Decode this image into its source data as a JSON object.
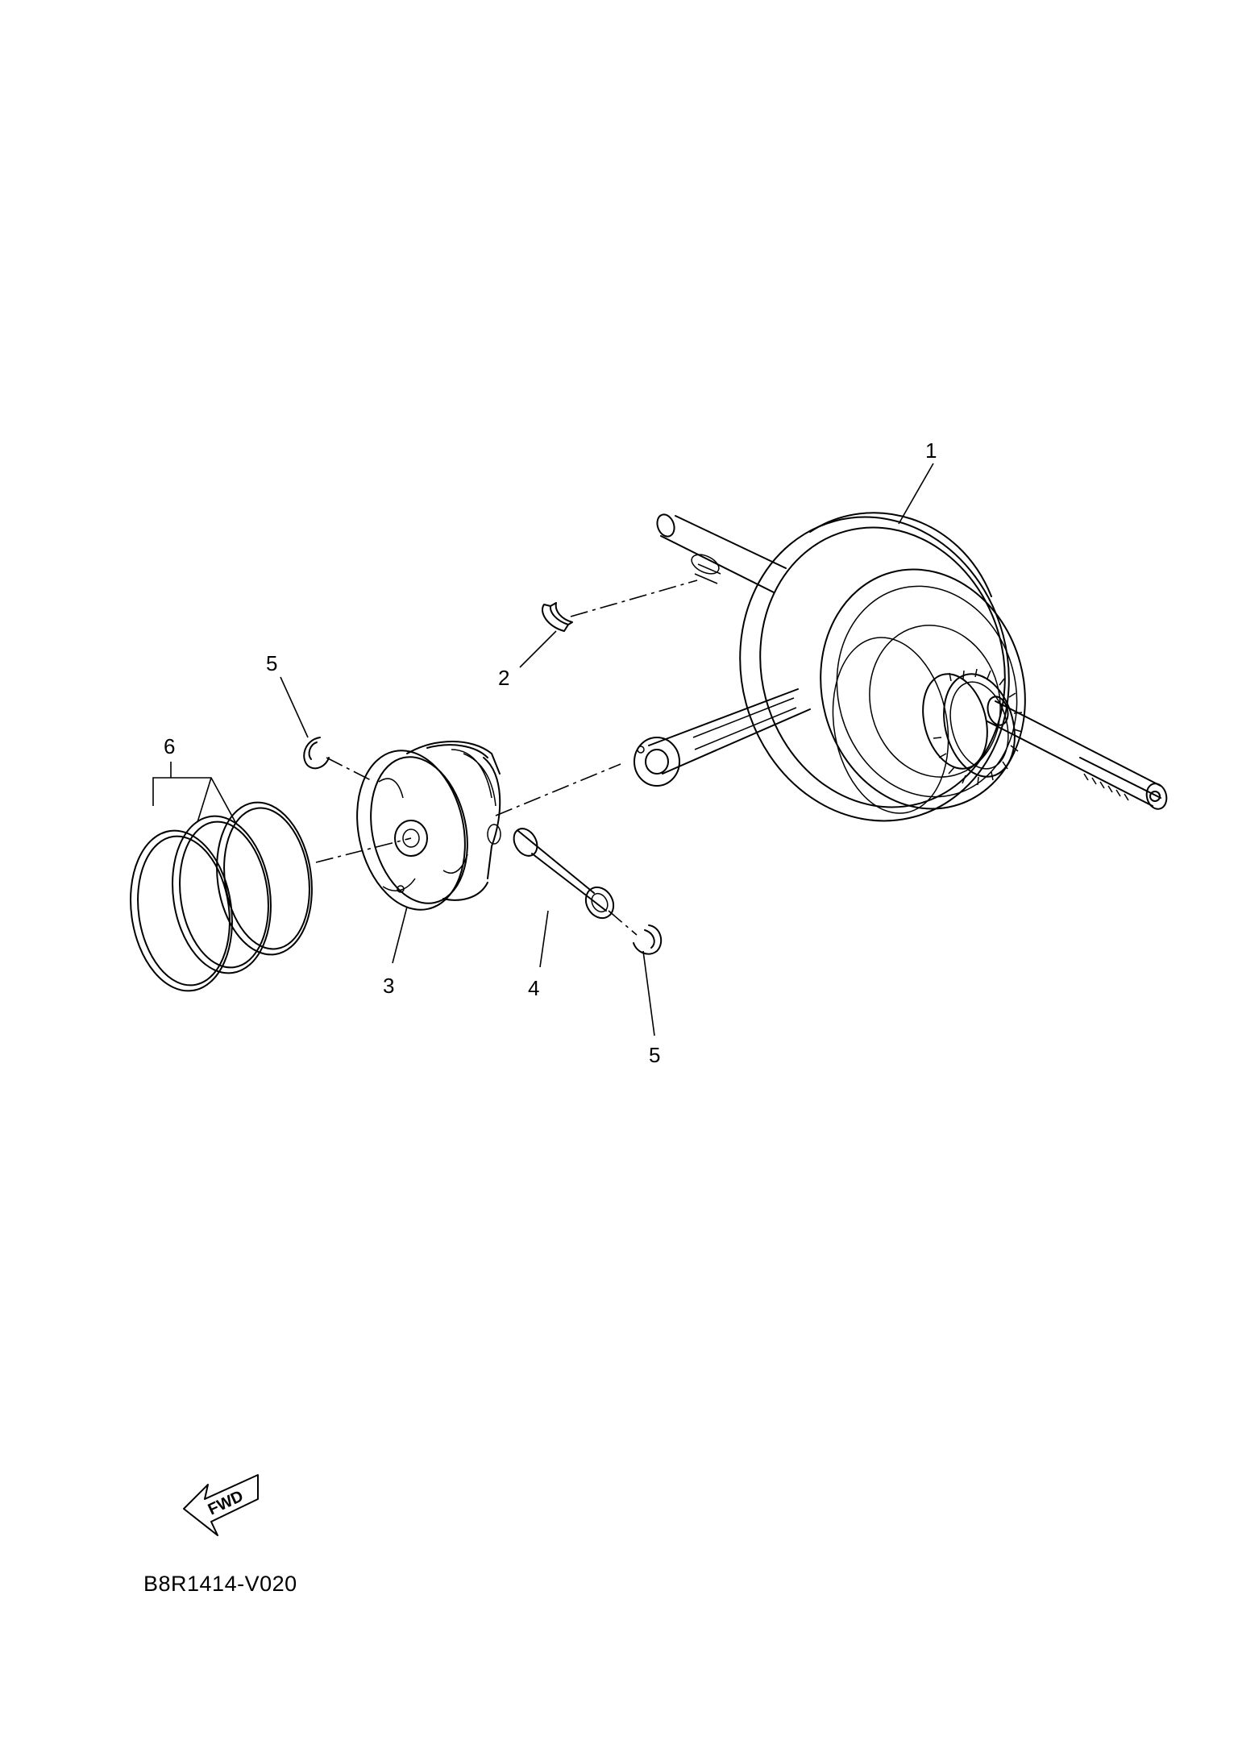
{
  "callouts": {
    "part1": "1",
    "part2": "2",
    "part3": "3",
    "part4": "4",
    "part5_top": "5",
    "part5_bottom": "5",
    "part6": "6"
  },
  "fwd_badge": {
    "label": "FWD",
    "icon": "forward-arrow-icon"
  },
  "drawing_code": "B8R1414-V020"
}
